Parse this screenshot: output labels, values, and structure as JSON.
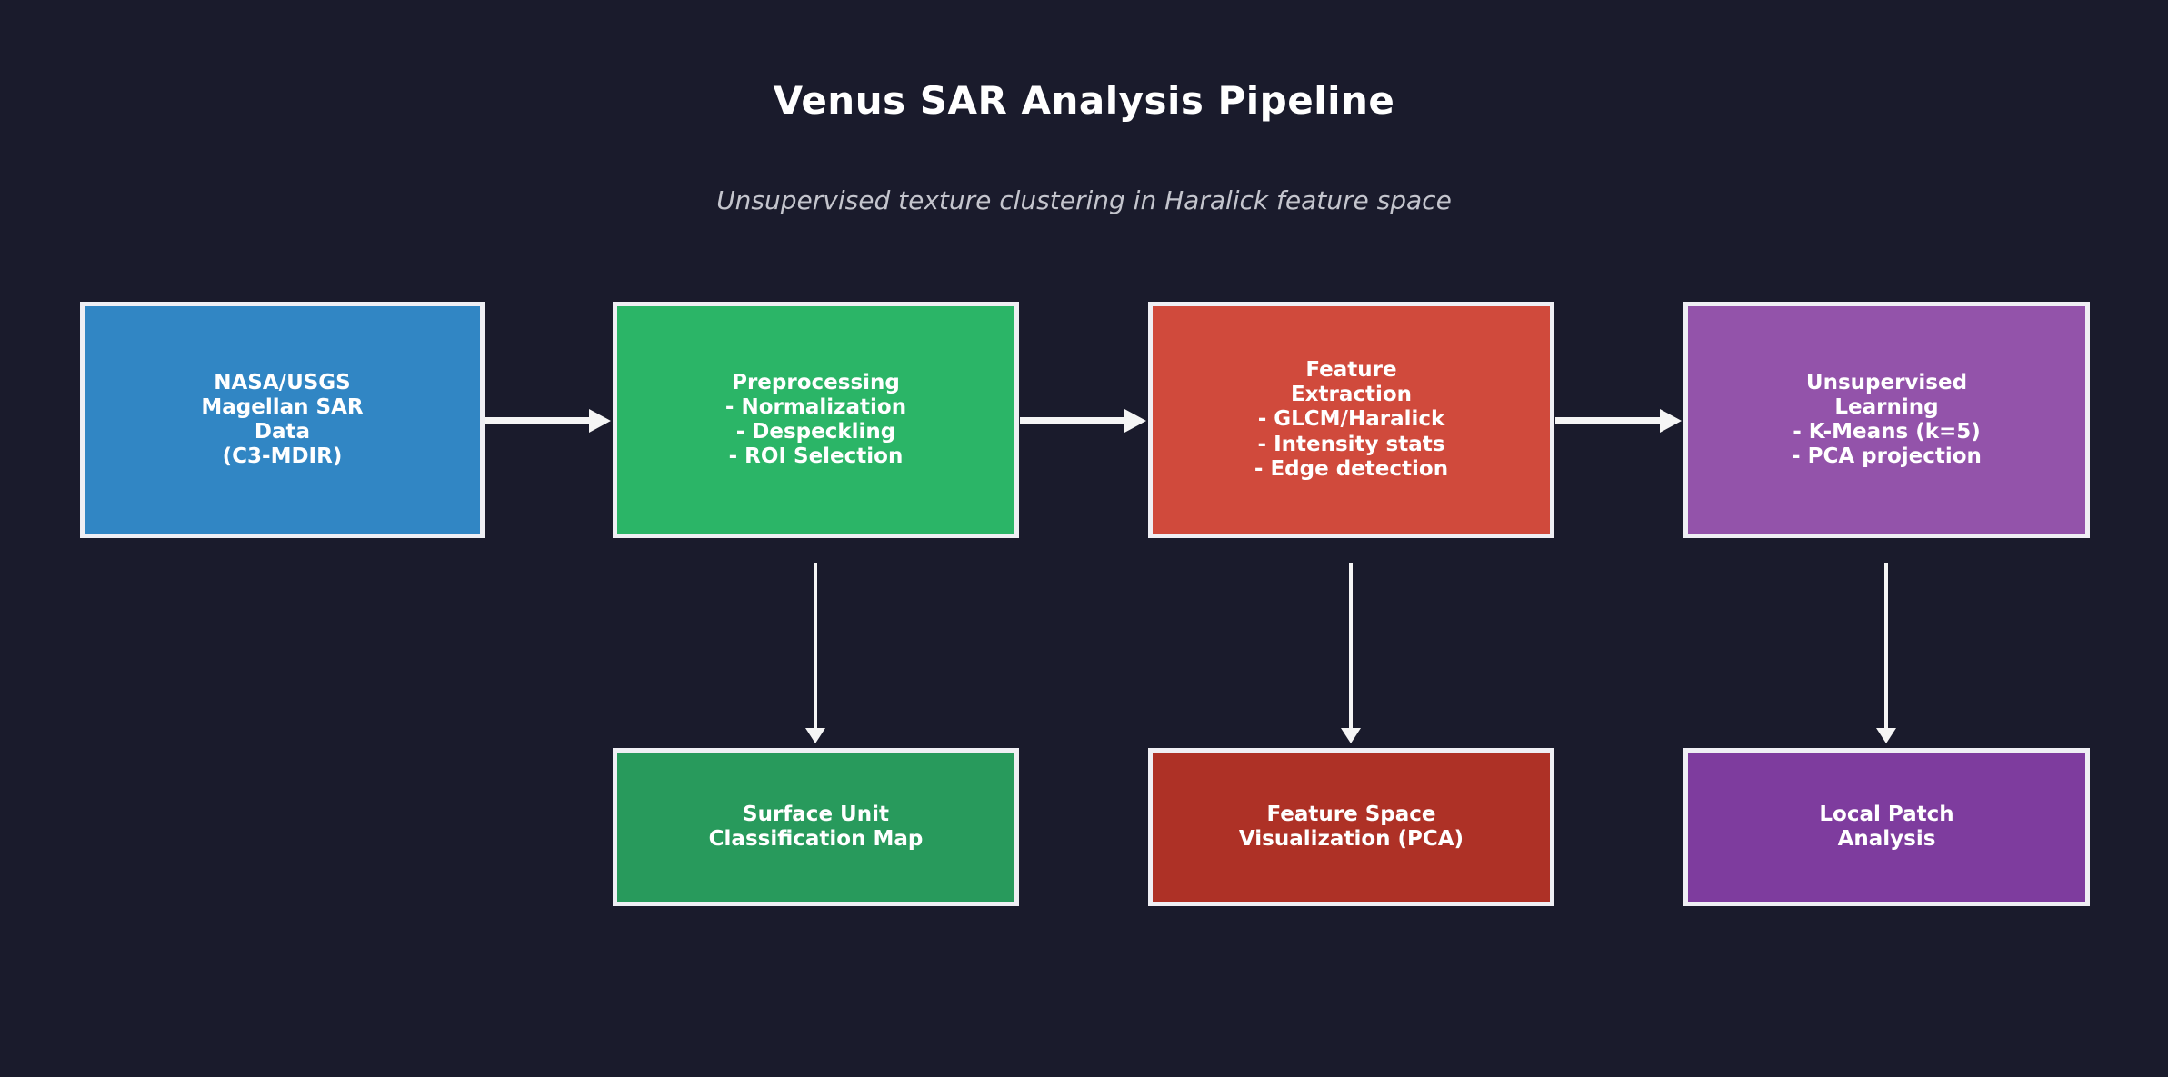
{
  "header": {
    "title": "Venus SAR Analysis Pipeline",
    "subtitle": "Unsupervised texture clustering in Haralick feature space"
  },
  "colors": {
    "background": "#1a1b2c",
    "box_border": "#efeff4",
    "arrow": "#f5f5f5",
    "node_text": "#ffffff",
    "subtitle_text": "#c4c5cd"
  },
  "pipeline": {
    "top_row": [
      {
        "id": "source-data",
        "label": "NASA/USGS\nMagellan SAR\nData\n(C3-MDIR)",
        "color": "#3186c4"
      },
      {
        "id": "preprocessing",
        "label": "Preprocessing\n- Normalization\n- Despeckling\n- ROI Selection",
        "color": "#2bb567"
      },
      {
        "id": "feature-extraction",
        "label": "Feature\nExtraction\n- GLCM/Haralick\n- Intensity stats\n- Edge detection",
        "color": "#d04a3c"
      },
      {
        "id": "unsupervised-learning",
        "label": "Unsupervised\nLearning\n- K-Means (k=5)\n- PCA projection",
        "color": "#9353aa"
      }
    ],
    "outputs": [
      {
        "id": "classification-map",
        "label": "Surface Unit\nClassification Map",
        "color": "#289a5c"
      },
      {
        "id": "feature-space-viz",
        "label": "Feature Space\nVisualization (PCA)",
        "color": "#ae3126"
      },
      {
        "id": "local-patch-analysis",
        "label": "Local Patch\nAnalysis",
        "color": "#7e3c9e"
      }
    ],
    "edges": [
      "source-data -> preprocessing",
      "preprocessing -> feature-extraction",
      "feature-extraction -> unsupervised-learning",
      "preprocessing -> classification-map",
      "feature-extraction -> feature-space-viz",
      "unsupervised-learning -> local-patch-analysis"
    ]
  }
}
